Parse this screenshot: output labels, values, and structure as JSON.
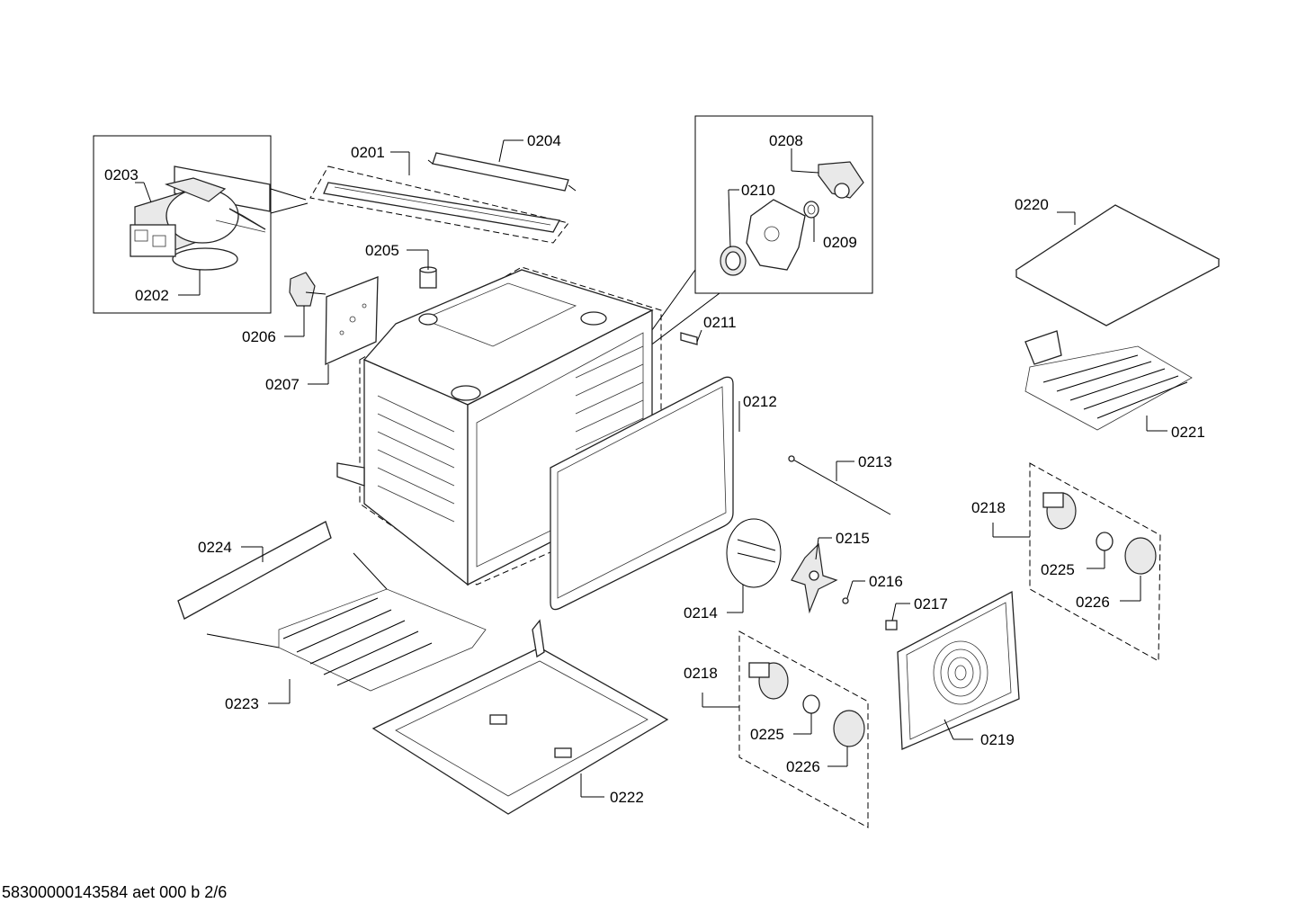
{
  "callouts": [
    {
      "id": "c0201",
      "text": "0201"
    },
    {
      "id": "c0202",
      "text": "0202"
    },
    {
      "id": "c0203",
      "text": "0203"
    },
    {
      "id": "c0204",
      "text": "0204"
    },
    {
      "id": "c0205",
      "text": "0205"
    },
    {
      "id": "c0206",
      "text": "0206"
    },
    {
      "id": "c0207",
      "text": "0207"
    },
    {
      "id": "c0208",
      "text": "0208"
    },
    {
      "id": "c0209",
      "text": "0209"
    },
    {
      "id": "c0210",
      "text": "0210"
    },
    {
      "id": "c0211",
      "text": "0211"
    },
    {
      "id": "c0212",
      "text": "0212"
    },
    {
      "id": "c0213",
      "text": "0213"
    },
    {
      "id": "c0214",
      "text": "0214"
    },
    {
      "id": "c0215",
      "text": "0215"
    },
    {
      "id": "c0216",
      "text": "0216"
    },
    {
      "id": "c0217",
      "text": "0217"
    },
    {
      "id": "c0218a",
      "text": "0218"
    },
    {
      "id": "c0218b",
      "text": "0218"
    },
    {
      "id": "c0219",
      "text": "0219"
    },
    {
      "id": "c0220",
      "text": "0220"
    },
    {
      "id": "c0221",
      "text": "0221"
    },
    {
      "id": "c0222",
      "text": "0222"
    },
    {
      "id": "c0223",
      "text": "0223"
    },
    {
      "id": "c0224",
      "text": "0224"
    },
    {
      "id": "c0225a",
      "text": "0225"
    },
    {
      "id": "c0225b",
      "text": "0225"
    },
    {
      "id": "c0226a",
      "text": "0226"
    },
    {
      "id": "c0226b",
      "text": "0226"
    }
  ],
  "footer": {
    "document_id": "58300000143584 aet 000 b 2/6"
  }
}
